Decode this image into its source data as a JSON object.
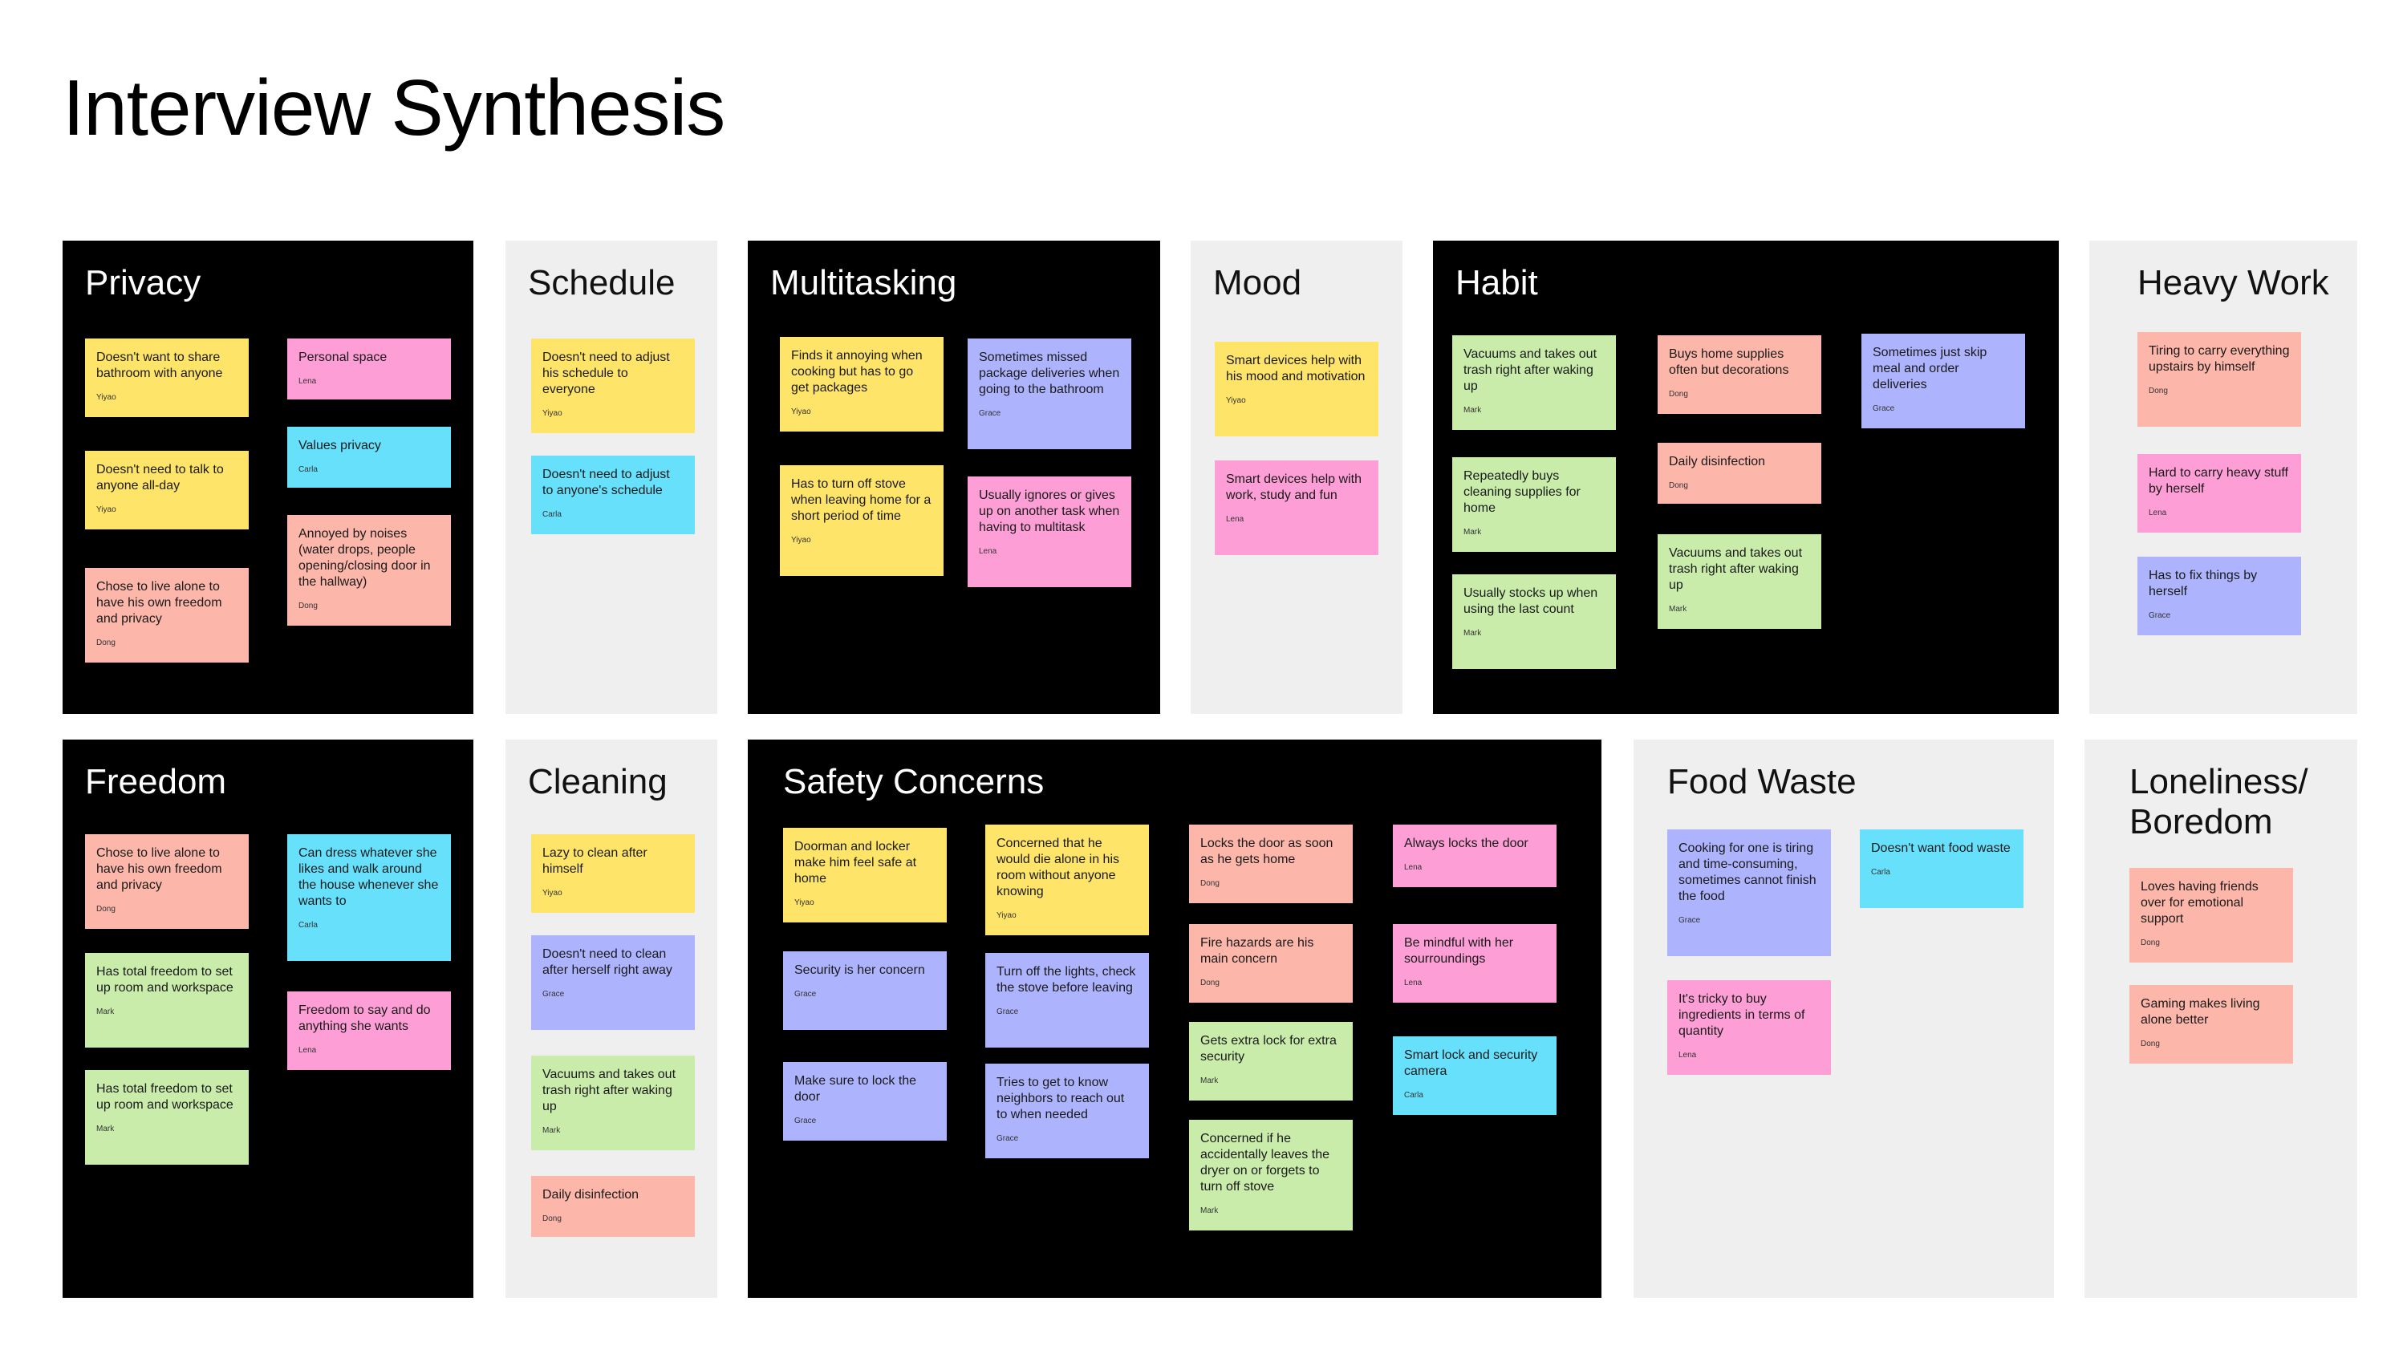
{
  "page": {
    "title": "Interview Synthesis"
  },
  "clusters": {
    "privacy": {
      "title": "Privacy",
      "notes": [
        {
          "text": "Doesn't want to share bathroom with anyone",
          "author": "Yiyao"
        },
        {
          "text": "Doesn't need to talk to anyone all-day",
          "author": "Yiyao"
        },
        {
          "text": "Chose to live alone to have his own freedom and privacy",
          "author": "Dong"
        },
        {
          "text": "Personal space",
          "author": "Lena"
        },
        {
          "text": "Values privacy",
          "author": "Carla"
        },
        {
          "text": "Annoyed by noises (water drops, people opening/closing door in the hallway)",
          "author": "Dong"
        }
      ]
    },
    "schedule": {
      "title": "Schedule",
      "notes": [
        {
          "text": "Doesn't need to adjust his schedule to everyone",
          "author": "Yiyao"
        },
        {
          "text": "Doesn't need to adjust to anyone's schedule",
          "author": "Carla"
        }
      ]
    },
    "multitasking": {
      "title": "Multitasking",
      "notes": [
        {
          "text": "Finds it annoying when cooking but has to go get packages",
          "author": "Yiyao"
        },
        {
          "text": "Has to turn off stove when leaving home for a short period of time",
          "author": "Yiyao"
        },
        {
          "text": "Sometimes missed package deliveries when going to the bathroom",
          "author": "Grace"
        },
        {
          "text": "Usually ignores or gives up on another task when having to multitask",
          "author": "Lena"
        }
      ]
    },
    "mood": {
      "title": "Mood",
      "notes": [
        {
          "text": "Smart devices help with his mood and motivation",
          "author": "Yiyao"
        },
        {
          "text": "Smart devices help with work, study and fun",
          "author": "Lena"
        }
      ]
    },
    "habit": {
      "title": "Habit",
      "notes": [
        {
          "text": "Vacuums and takes out trash right after waking up",
          "author": "Mark"
        },
        {
          "text": "Repeatedly buys cleaning supplies for home",
          "author": "Mark"
        },
        {
          "text": "Usually stocks up when using the last count",
          "author": "Mark"
        },
        {
          "text": "Buys home supplies often but decorations",
          "author": "Dong"
        },
        {
          "text": "Daily disinfection",
          "author": "Dong"
        },
        {
          "text": "Vacuums and takes out trash right after waking up",
          "author": "Mark"
        },
        {
          "text": "Sometimes just skip meal and order deliveries",
          "author": "Grace"
        }
      ]
    },
    "heavy_work": {
      "title": "Heavy Work",
      "notes": [
        {
          "text": "Tiring to carry everything upstairs by himself",
          "author": "Dong"
        },
        {
          "text": "Hard to carry heavy stuff by herself",
          "author": "Lena"
        },
        {
          "text": "Has to fix things by herself",
          "author": "Grace"
        }
      ]
    },
    "freedom": {
      "title": "Freedom",
      "notes": [
        {
          "text": "Chose to live alone to have his own freedom and privacy",
          "author": "Dong"
        },
        {
          "text": "Has total freedom to set up room and workspace",
          "author": "Mark"
        },
        {
          "text": "Has total freedom to set up room and workspace",
          "author": "Mark"
        },
        {
          "text": "Can dress whatever she likes and walk around the house whenever she wants to",
          "author": "Carla"
        },
        {
          "text": "Freedom to say and do anything she wants",
          "author": "Lena"
        }
      ]
    },
    "cleaning": {
      "title": "Cleaning",
      "notes": [
        {
          "text": "Lazy to clean after himself",
          "author": "Yiyao"
        },
        {
          "text": "Doesn't need to clean after herself right away",
          "author": "Grace"
        },
        {
          "text": "Vacuums and takes out trash right after waking up",
          "author": "Mark"
        },
        {
          "text": "Daily disinfection",
          "author": "Dong"
        }
      ]
    },
    "safety": {
      "title": "Safety Concerns",
      "notes": [
        {
          "text": "Doorman and locker make him feel safe at home",
          "author": "Yiyao"
        },
        {
          "text": "Security is her concern",
          "author": "Grace"
        },
        {
          "text": "Make sure to lock the door",
          "author": "Grace"
        },
        {
          "text": "Concerned that he would die alone in his room without anyone knowing",
          "author": "Yiyao"
        },
        {
          "text": "Turn off the lights, check the stove before leaving",
          "author": "Grace"
        },
        {
          "text": "Tries to get to know neighbors to reach out to when needed",
          "author": "Grace"
        },
        {
          "text": "Locks the door as soon as he gets home",
          "author": "Dong"
        },
        {
          "text": "Fire hazards are his main concern",
          "author": "Dong"
        },
        {
          "text": "Gets extra lock for extra security",
          "author": "Mark"
        },
        {
          "text": "Concerned if he accidentally leaves the dryer on or forgets to turn off stove",
          "author": "Mark"
        },
        {
          "text": "Always locks the door",
          "author": "Lena"
        },
        {
          "text": "Be mindful with her sourroundings",
          "author": "Lena"
        },
        {
          "text": "Smart lock and security camera",
          "author": "Carla"
        }
      ]
    },
    "food_waste": {
      "title": "Food Waste",
      "notes": [
        {
          "text": "Cooking for one is tiring and time-consuming, sometimes cannot finish the food",
          "author": "Grace"
        },
        {
          "text": "It's tricky to buy ingredients in terms of quantity",
          "author": "Lena"
        },
        {
          "text": "Doesn't want food waste",
          "author": "Carla"
        }
      ]
    },
    "loneliness": {
      "title": "Loneliness/ Boredom",
      "notes": [
        {
          "text": "Loves having friends over for emotional support",
          "author": "Dong"
        },
        {
          "text": "Gaming makes living alone better",
          "author": "Dong"
        }
      ]
    }
  },
  "colors": {
    "yellow": "#fee469",
    "pink": "#fe9ed6",
    "cyan": "#67e0fb",
    "salmon": "#fdb6aa",
    "green": "#c9ecab",
    "purple": "#adb3fd",
    "dark_board": "#000000",
    "light_board": "#efefef"
  }
}
